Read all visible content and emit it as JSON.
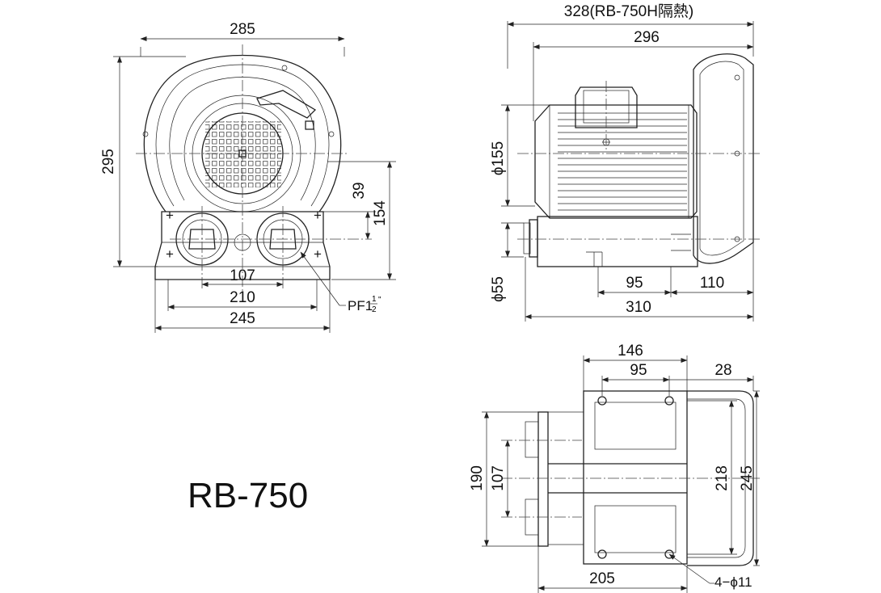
{
  "model": "RB-750",
  "front_view": {
    "width_285": "285",
    "height_295": "295",
    "dim_39": "39",
    "dim_154": "154",
    "dim_107": "107",
    "dim_210": "210",
    "dim_245": "245",
    "port_label": "PF1",
    "port_frac_num": "1",
    "port_frac_den": "2",
    "port_frac_mark": "\""
  },
  "side_view": {
    "overall_328": "328(RB-750H隔熱)",
    "dim_296": "296",
    "dim_phi155": "ϕ155",
    "dim_phi55": "ϕ55",
    "dim_95": "95",
    "dim_110": "110",
    "dim_310": "310"
  },
  "bottom_view": {
    "dim_146": "146",
    "dim_95": "95",
    "dim_28": "28",
    "dim_190": "190",
    "dim_107": "107",
    "dim_218": "218",
    "dim_245": "245",
    "dim_205": "205",
    "hole_label": "4−ϕ11"
  }
}
